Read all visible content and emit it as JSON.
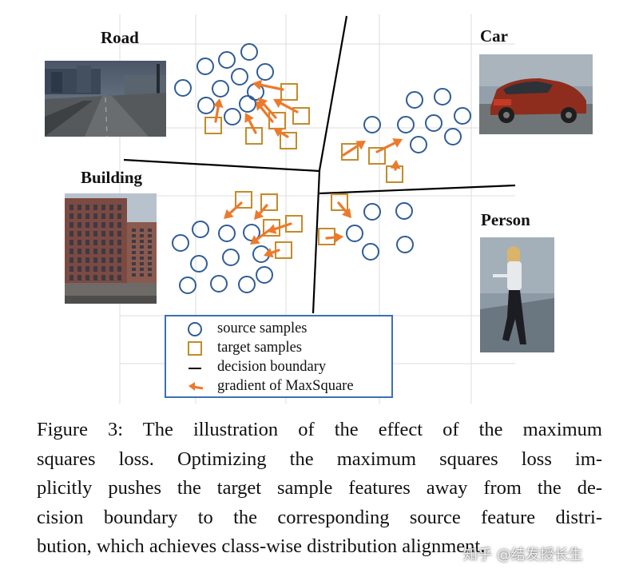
{
  "figure": {
    "class_labels": {
      "road": "Road",
      "car": "Car",
      "building": "Building",
      "person": "Person"
    },
    "legend": {
      "source": "source samples",
      "target": "target samples",
      "boundary": "decision boundary",
      "gradient": "gradient of MaxSquare"
    },
    "colors": {
      "source_marker": "#2f5c98",
      "target_marker": "#c48b2a",
      "gradient_arrow": "#ec7a2c",
      "boundary": "#000000",
      "legend_border": "#3d6fb3",
      "grid": "#dcdcdc"
    }
  },
  "caption": {
    "lines": [
      "Figure 3:  The illustration of the effect of the maximum",
      "squares loss.  Optimizing the maximum squares loss im-",
      "plicitly pushes the target sample features away from the de-",
      "cision boundary to the corresponding source feature distri-",
      "bution, which achieves class-wise distribution alignment."
    ]
  },
  "watermark": "知乎 @结发授长生"
}
